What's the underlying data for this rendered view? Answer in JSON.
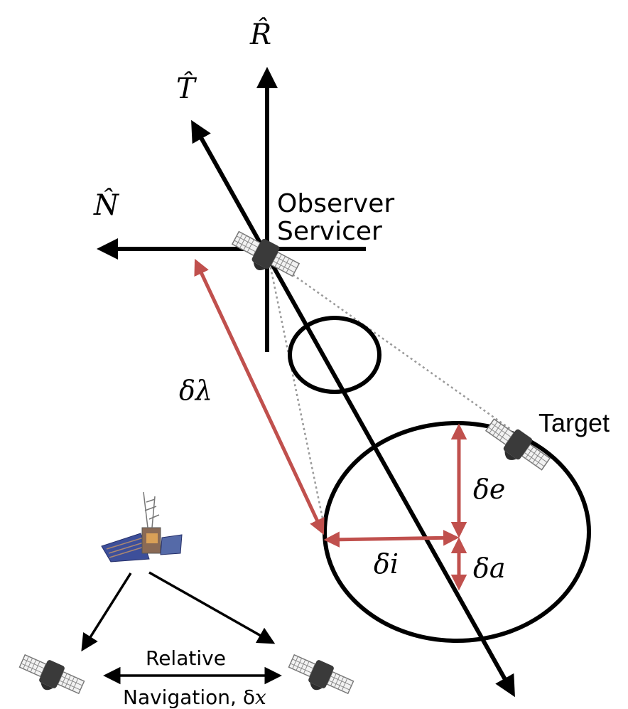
{
  "axes": {
    "r_label": "R̂",
    "t_label": "T̂",
    "n_label": "N̂"
  },
  "observer": {
    "line1": "Observer",
    "line2": "Servicer"
  },
  "target_label": "Target",
  "deltas": {
    "lambda": "δλ",
    "e": "δe",
    "a": "δa",
    "i": "δi"
  },
  "relative_nav": {
    "line1": "Relative",
    "line2": "Navigation, δ",
    "var": "x"
  },
  "colors": {
    "axis": "#000000",
    "delta_arrow": "#c0504d",
    "dotted": "#9a9a9a",
    "sat_body": "#3a3a3a",
    "sat_panel": "#e8e8e8"
  }
}
